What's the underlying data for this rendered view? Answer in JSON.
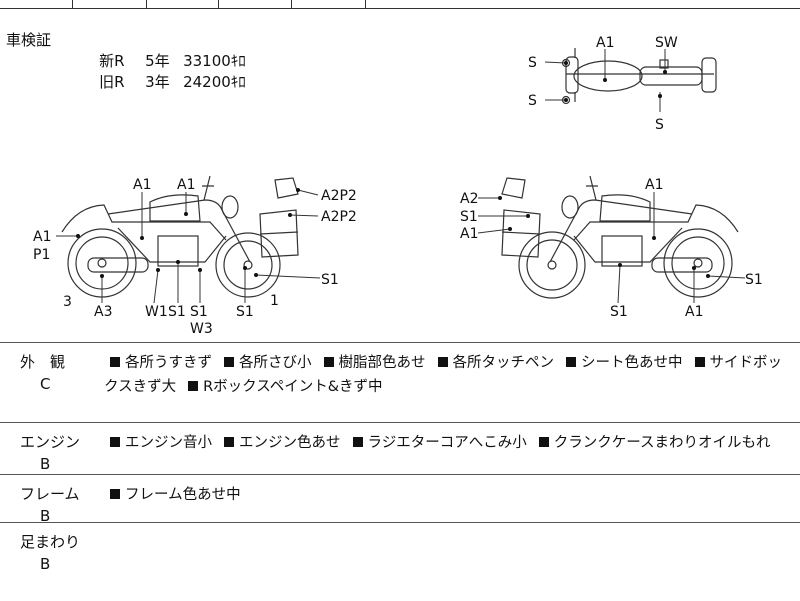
{
  "inspection": {
    "label": "車検証",
    "rows": [
      {
        "type": "新R",
        "years": "5年",
        "km": "33100ｷﾛ"
      },
      {
        "type": "旧R",
        "years": "3年",
        "km": "24200ｷﾛ"
      }
    ]
  },
  "diagram_labels": {
    "top_A1": "A1",
    "top_SW": "SW",
    "top_S_a": "S",
    "top_S_b": "S",
    "top_S_c": "S",
    "l_A1_a": "A1",
    "l_A1_b": "A1",
    "l_A2P2_a": "A2P2",
    "l_A2P2_b": "A2P2",
    "l_A1_c": "A1",
    "l_P1": "P1",
    "l_3": "3",
    "l_A3": "A3",
    "l_W1": "W1",
    "l_S1_a": "S1",
    "l_S1_b": "S1",
    "l_W3": "W3",
    "l_S1_c": "S1",
    "l_1": "1",
    "l_S1_d": "S1",
    "r_A2": "A2",
    "r_S1_a": "S1",
    "r_A1_a": "A1",
    "r_A1_b": "A1",
    "r_S1_b": "S1",
    "r_A1_c": "A1",
    "r_S1_c": "S1"
  },
  "sections": [
    {
      "name": "外　観",
      "grade": "C",
      "notes": [
        "各所うすきず",
        "各所さび小",
        "樹脂部色あせ",
        "各所タッチペン",
        "シート色あせ中",
        "サイドボックスきず大",
        "Rボックスペイント&きず中"
      ]
    },
    {
      "name": "エンジン",
      "grade": "B",
      "notes": [
        "エンジン音小",
        "エンジン色あせ",
        "ラジエターコアへこみ小",
        "クランクケースまわりオイルもれ"
      ]
    },
    {
      "name": "フレーム",
      "grade": "B",
      "notes": [
        "フレーム色あせ中"
      ]
    },
    {
      "name": "足まわり",
      "grade": "B",
      "notes": []
    }
  ]
}
